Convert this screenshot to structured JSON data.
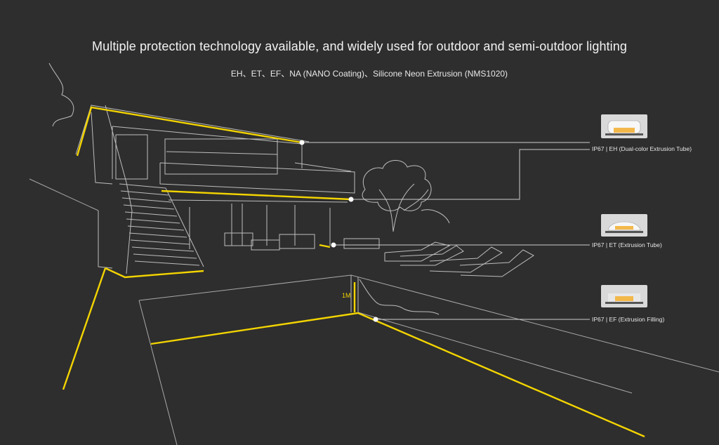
{
  "header": {
    "title": "Multiple protection technology available, and widely used for outdoor and semi-outdoor lighting",
    "subtitle": "EH、ET、EF、NA (NANO Coating)、Silicone Neon Extrusion (NMS1020)"
  },
  "callouts": [
    {
      "label": "IP67 | EH (Dual-color Extrusion Tube)",
      "profile": "dome-cover"
    },
    {
      "label": "IP67 | ET (Extrusion Tube)",
      "profile": "half-dome"
    },
    {
      "label": "IP67 | EF (Extrusion Filling)",
      "profile": "flat-fill"
    }
  ],
  "height_marker": "1M",
  "colors": {
    "background": "#2e2e2e",
    "line_art": "#bdbdbd",
    "led_strip": "#f3d400",
    "leader": "#cfcfcf"
  }
}
